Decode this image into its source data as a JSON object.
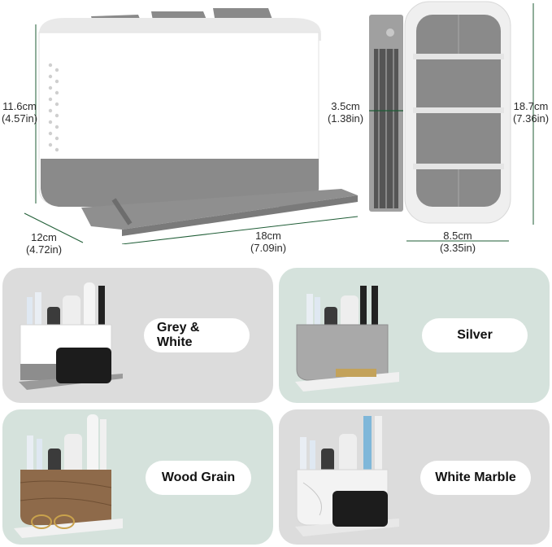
{
  "dimensions": {
    "height": {
      "cm": "11.6cm",
      "in": "(4.57in)"
    },
    "depth": {
      "cm": "12cm",
      "in": "(4.72in)"
    },
    "width": {
      "cm": "18cm",
      "in": "(7.09in)"
    },
    "slot_width": {
      "cm": "3.5cm",
      "in": "(1.38in)"
    },
    "tray_length": {
      "cm": "18.7cm",
      "in": "(7.36in)"
    },
    "tray_width": {
      "cm": "8.5cm",
      "in": "(3.35in)"
    }
  },
  "variants": [
    {
      "label": "Grey & White",
      "bg": "#dcdcdc",
      "body": "#ffffff",
      "accent": "#8d8d8d"
    },
    {
      "label": "Silver",
      "bg": "#d5e2dc",
      "body": "#a9a9a9",
      "accent": "#ececec"
    },
    {
      "label": "Wood Grain",
      "bg": "#d5e2dc",
      "body": "#8e6a4a",
      "accent": "#f1f1f1"
    },
    {
      "label": "White Marble",
      "bg": "#dcdcdc",
      "body": "#f3f3f3",
      "accent": "#d8d8d8"
    }
  ],
  "colors": {
    "dimension_arrow": "#1f5d36"
  }
}
